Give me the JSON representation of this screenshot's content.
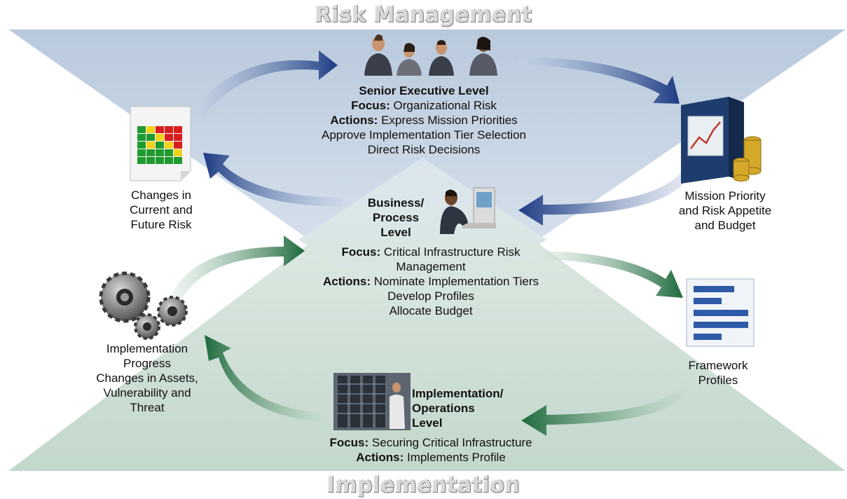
{
  "banners": {
    "top": "Risk Management",
    "bottom": "Implementation"
  },
  "senior": {
    "title": "Senior Executive Level",
    "focus_label": "Focus:",
    "focus": "Organizational Risk",
    "actions_label": "Actions:",
    "actions": "Express Mission Priorities",
    "line3": "Approve Implementation Tier Selection",
    "line4": "Direct Risk Decisions"
  },
  "business": {
    "title_lines": [
      "Business/",
      "Process",
      "Level"
    ],
    "focus_label": "Focus:",
    "focus": "Critical Infrastructure Risk",
    "focus_cont": "Management",
    "actions_label": "Actions:",
    "actions": "Nominate Implementation Tiers",
    "line3": "Develop Profiles",
    "line4": "Allocate Budget"
  },
  "implementation": {
    "title_lines": [
      "Implementation/",
      "Operations",
      "Level"
    ],
    "focus_label": "Focus:",
    "focus": "Securing Critical Infrastructure",
    "actions_label": "Actions:",
    "actions": "Implements Profile"
  },
  "side_labels": {
    "changes_risk": [
      "Changes in",
      "Current and",
      "Future Risk"
    ],
    "mission_priority": [
      "Mission Priority",
      "and Risk Appetite",
      "and Budget"
    ],
    "framework_profiles": [
      "Framework",
      "Profiles"
    ],
    "impl_progress": [
      "Implementation",
      "Progress",
      "Changes in Assets,",
      "Vulnerability and",
      "Threat"
    ]
  },
  "icons": {
    "executives": "executives-meeting-icon",
    "heatmap": "risk-heatmap-document-icon",
    "binder": "budget-binder-icon",
    "workstation": "person-at-computer-icon",
    "framework": "framework-profiles-document-icon",
    "gears": "gears-icon",
    "servers": "server-room-technician-icon"
  },
  "colors": {
    "risk_band": "#c5d3e3",
    "impl_band": "#cfdfd7",
    "blue_arrow": "#1f3f86",
    "green_arrow": "#1f6b3e"
  }
}
